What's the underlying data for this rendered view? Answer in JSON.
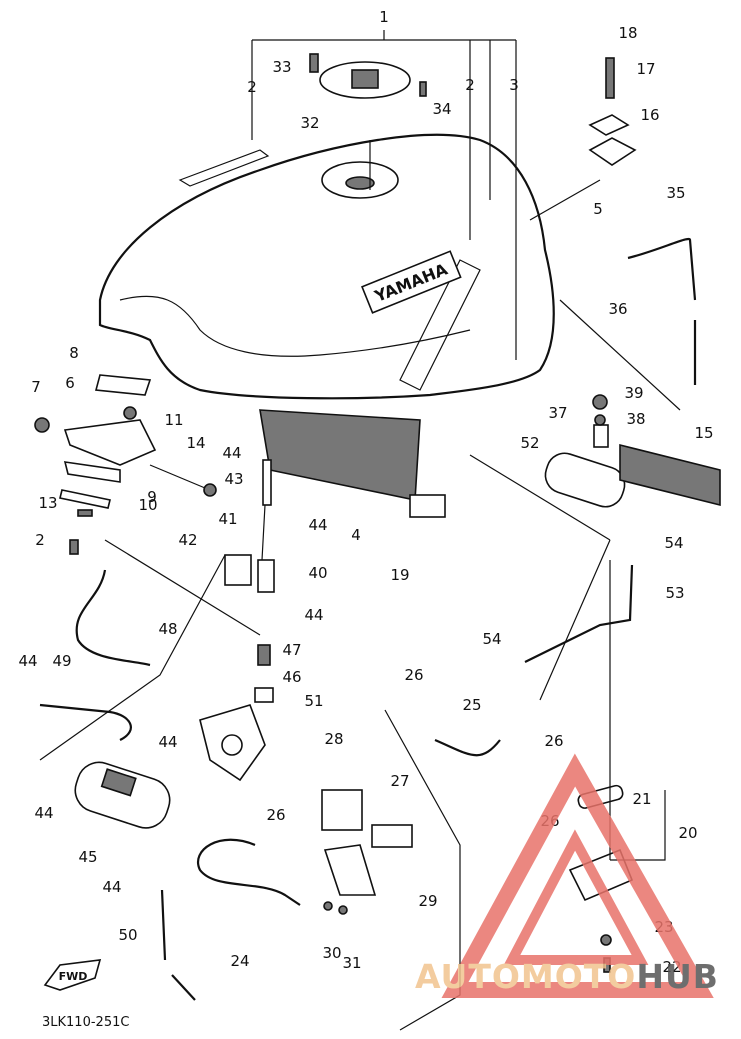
{
  "diagram": {
    "part_code": "3LK110-251C",
    "fwd_label": "FWD",
    "brand_label": "YAMAHA",
    "labels": [
      "1",
      "2",
      "2",
      "3",
      "33",
      "32",
      "34",
      "18",
      "17",
      "16",
      "35",
      "5",
      "36",
      "8",
      "7",
      "6",
      "11",
      "14",
      "9",
      "13",
      "10",
      "2",
      "44",
      "43",
      "44",
      "4",
      "41",
      "42",
      "40",
      "44",
      "47",
      "46",
      "51",
      "48",
      "49",
      "44",
      "44",
      "44",
      "45",
      "44",
      "50",
      "24",
      "26",
      "28",
      "27",
      "29",
      "30",
      "31",
      "26",
      "25",
      "26",
      "52",
      "37",
      "39",
      "38",
      "15",
      "54",
      "53",
      "54",
      "21",
      "20",
      "26",
      "23",
      "22",
      "19"
    ]
  },
  "watermark": {
    "text_part1": "AUTOMOTO",
    "text_part2": "HUB",
    "color_primary": "#e8736a",
    "color_secondary": "#f2c48f"
  }
}
